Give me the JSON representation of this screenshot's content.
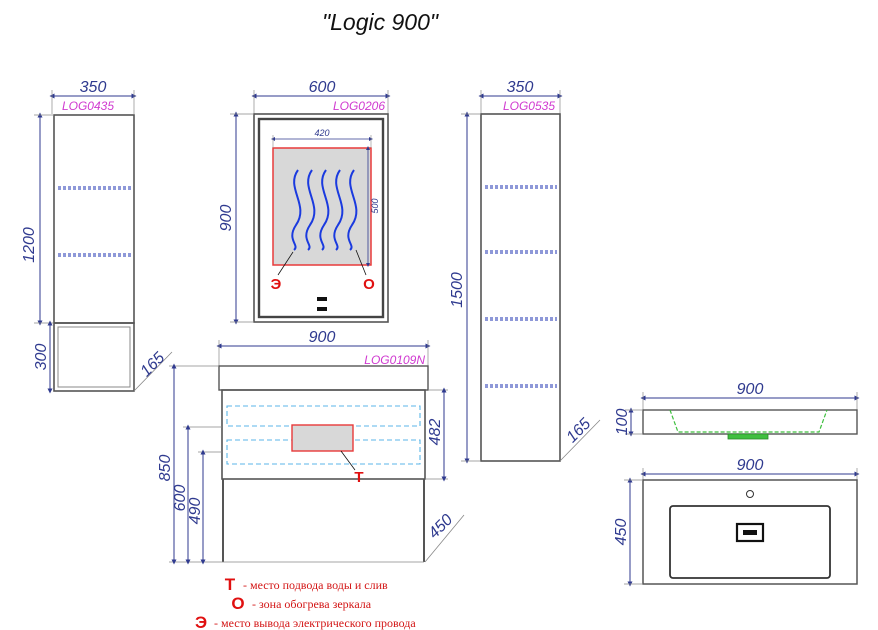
{
  "title": "\"Logic 900\"",
  "cabinet_left": {
    "code": "LOG0435",
    "width": "350",
    "height_top": "1200",
    "height_bottom": "300",
    "depth": "165"
  },
  "mirror": {
    "code": "LOG0206",
    "width": "600",
    "height": "900",
    "heat_width": "420",
    "heat_height": "500",
    "mark_e": "Э",
    "mark_o": "О"
  },
  "vanity": {
    "code": "LOG0109N",
    "width": "900",
    "h_total": "850",
    "h_600": "600",
    "h_490": "490",
    "h_482": "482",
    "depth": "450",
    "mark_t": "Т"
  },
  "cabinet_right": {
    "code": "LOG0535",
    "width": "350",
    "height": "1500",
    "depth": "165"
  },
  "basin_side": {
    "width": "900",
    "height": "100"
  },
  "basin_top": {
    "width": "900",
    "depth": "450"
  },
  "legend": [
    {
      "mark": "Т",
      "text": "- место подвода воды и слив"
    },
    {
      "mark": "О",
      "text": "- зона обогрева зеркала"
    },
    {
      "mark": "Э",
      "text": "- место вывода электрического провода"
    }
  ]
}
